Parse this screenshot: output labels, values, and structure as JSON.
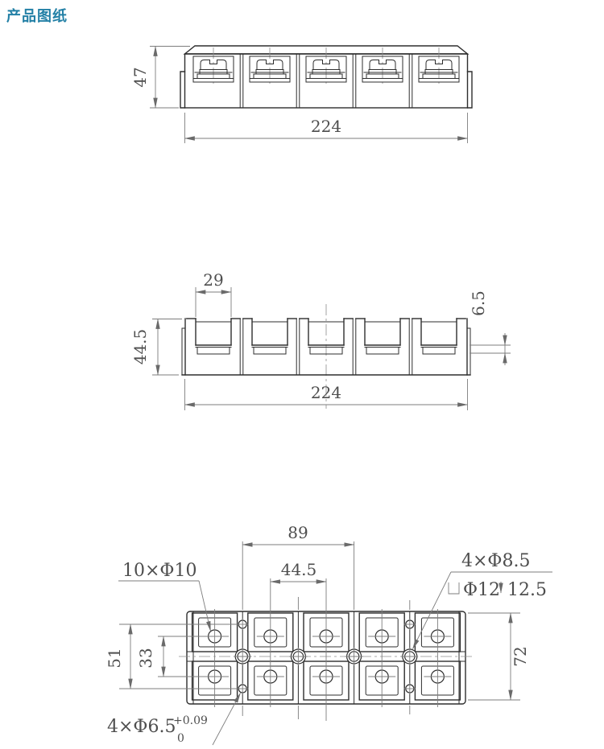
{
  "page": {
    "title": "产品图纸"
  },
  "colors": {
    "accent": "#2380a6",
    "line": "#2e2e2e",
    "dim": "#7d7d7d"
  },
  "front_view": {
    "height": "47",
    "width": "224"
  },
  "section_view": {
    "slot_width": "29",
    "height": "44.5",
    "ledge": "6.5",
    "width": "224"
  },
  "plan_view": {
    "mount_span": "89",
    "pitch": "44.5",
    "wire_holes": "10×Φ10",
    "mount_holes": "4×Φ8.5",
    "counterbore_dia": "Φ12",
    "counterbore_depth": "12.5",
    "side_hole_span": "51",
    "row_span": "33",
    "depth": "72",
    "side_holes": "4×Φ6.5",
    "tol_upper": "+0.09",
    "tol_lower": "0"
  }
}
